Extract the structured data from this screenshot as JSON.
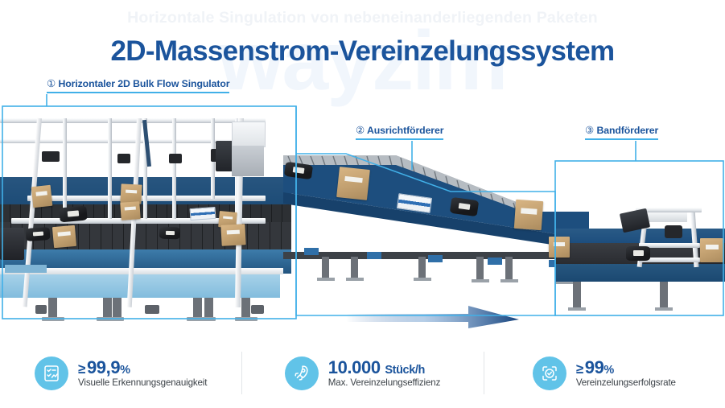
{
  "watermark": {
    "subtitle": "Horizontale Singulation von nebeneinanderliegenden Paketen",
    "brand": "wayzim"
  },
  "header": {
    "title": "2D-Massenstrom-Vereinzelungssystem"
  },
  "callouts": [
    {
      "number": "①",
      "label": "Horizontaler 2D Bulk Flow Singulator"
    },
    {
      "number": "②",
      "label": "Ausrichtförderer"
    },
    {
      "number": "③",
      "label": "Bandförderer"
    }
  ],
  "stats": [
    {
      "icon": "report-check-icon",
      "prefix": "≥",
      "value": "99,9",
      "unit": "%",
      "label": "Visuelle Erkennungsgenauigkeit"
    },
    {
      "icon": "rocket-icon",
      "prefix": "",
      "value": "10.000",
      "unit": "Stück/h",
      "label": "Max. Vereinzelungseffizienz"
    },
    {
      "icon": "target-check-icon",
      "prefix": "≥",
      "value": "99",
      "unit": "%",
      "label": "Vereinzelungserfolgsrate"
    }
  ],
  "colors": {
    "title_blue": "#1b549c",
    "accent_cyan": "#41b0e8",
    "icon_circle": "#61c3e8",
    "conveyor_blue": "#1d4e7e",
    "watermark": "#f1f6fc",
    "divider": "#e2e5e8"
  },
  "illustration": {
    "flow_direction": "left-to-right",
    "arrow": "flow-arrow-right"
  }
}
